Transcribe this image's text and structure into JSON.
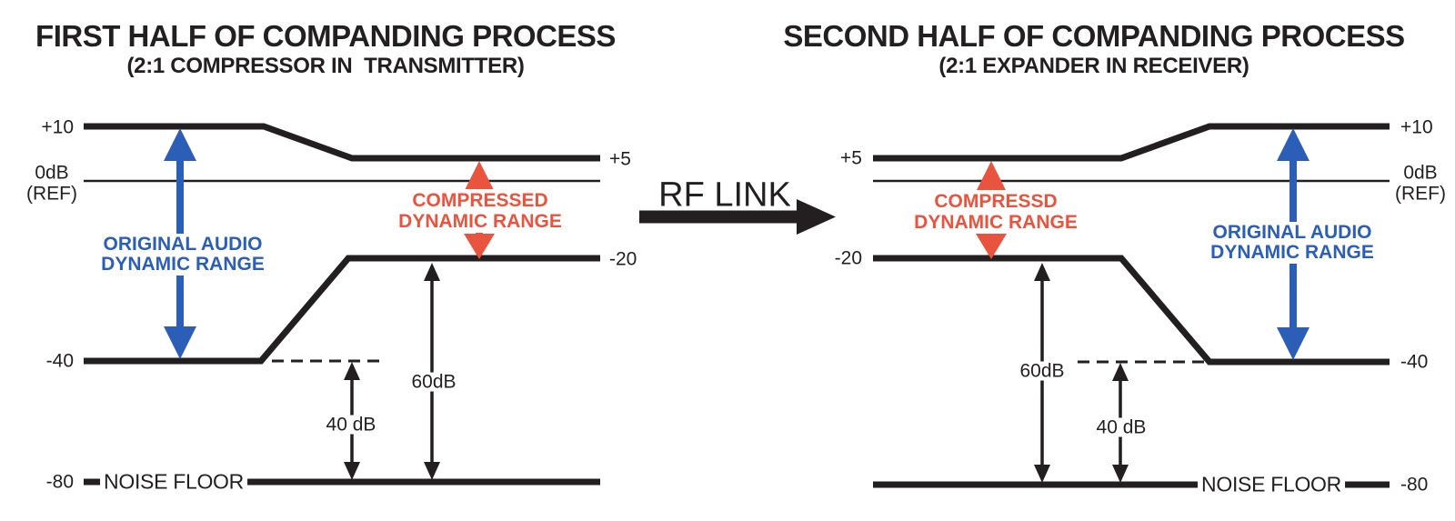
{
  "colors": {
    "blue": "#2b5fb7",
    "red": "#e9543e",
    "black": "#231f20"
  },
  "left": {
    "title": "FIRST HALF OF COMPANDING PROCESS",
    "subtitle": "(2:1 COMPRESSOR IN  TRANSMITTER)",
    "axis": {
      "plus10": "+10",
      "zerodb": "0dB",
      "ref": "(REF)",
      "minus40": "-40",
      "minus80": "-80",
      "plus5": "+5",
      "minus20": "-20"
    },
    "noise_floor": "NOISE FLOOR",
    "range40": "40 dB",
    "range60": "60dB",
    "blue_label": [
      "ORIGINAL AUDIO",
      "DYNAMIC RANGE"
    ],
    "red_label": [
      "COMPRESSED",
      "DYNAMIC RANGE"
    ]
  },
  "link": {
    "label": "RF LINK"
  },
  "right": {
    "title": "SECOND HALF OF COMPANDING PROCESS",
    "subtitle": "(2:1 EXPANDER IN RECEIVER)",
    "axis": {
      "plus5": "+5",
      "minus20": "-20",
      "plus10": "+10",
      "zerodb": "0dB",
      "ref": "(REF)",
      "minus40": "-40",
      "minus80": "-80"
    },
    "noise_floor": "NOISE FLOOR",
    "range40": "40 dB",
    "range60": "60dB",
    "blue_label": [
      "ORIGINAL AUDIO",
      "DYNAMIC RANGE"
    ],
    "red_label": [
      "COMPRESSD",
      "DYNAMIC RANGE"
    ]
  }
}
